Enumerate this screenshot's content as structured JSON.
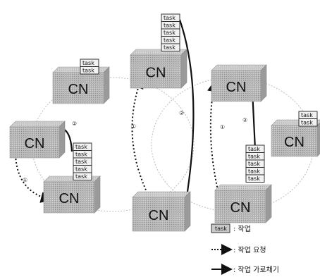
{
  "node_label": "CN",
  "task_label": "task",
  "step_one": "①",
  "step_two": "②",
  "legend": {
    "task_box": "task",
    "task_text": ": 작업",
    "request_text": ": 작업 요청",
    "steal_text": ": 작업 가로채기"
  },
  "colors": {
    "node_fill": "#b0b0b0",
    "node_edge": "#8a8a8a",
    "line": "#111111",
    "ring": "#c8c8c8"
  }
}
